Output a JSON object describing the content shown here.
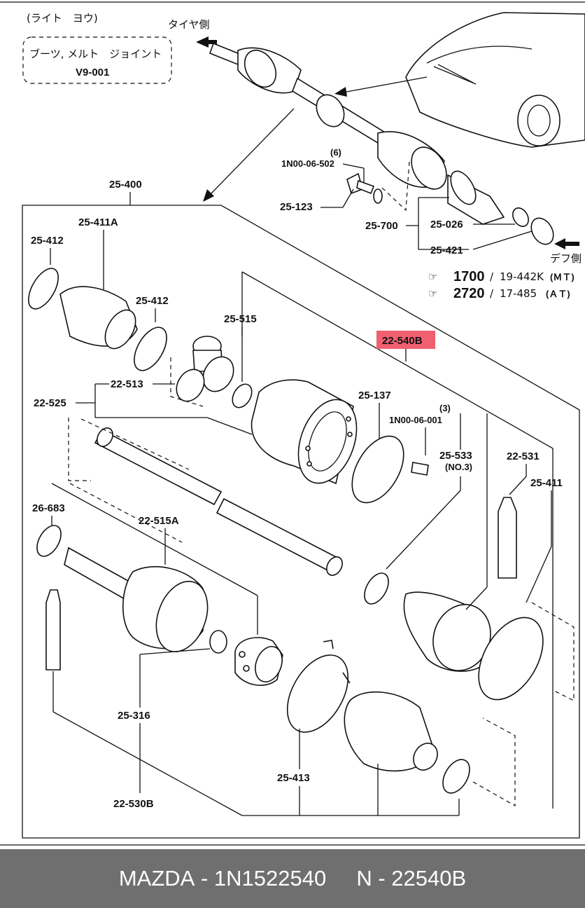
{
  "title_note": {
    "line1": "(ライト　ヨウ)",
    "line2": "ブーツ, メルト　ジョイント",
    "line3": "V9-001"
  },
  "side_labels": {
    "tire_side": "タイヤ側",
    "diff_side": "デフ側"
  },
  "references": [
    {
      "code": "1700",
      "sep": "/",
      "ref": "19-442K",
      "note": "(ＭＴ)"
    },
    {
      "code": "2720",
      "sep": "/",
      "ref": "17-485",
      "note": "(ＡＴ)"
    }
  ],
  "parts": {
    "p25_400": "25-400",
    "p25_411a": "25-411A",
    "p25_412a": "25-412",
    "p25_412b": "25-412",
    "p25_515": "25-515",
    "p22_540b": "22-540B",
    "p22_513": "22-513",
    "p22_525": "22-525",
    "p25_137": "25-137",
    "p1n00_06_001": "1N00-06-001",
    "qty3": "(3)",
    "p25_533": "25-533",
    "no3": "(NO.3)",
    "p22_531": "22-531",
    "p25_411": "25-411",
    "p26_683": "26-683",
    "p22_515a": "22-515A",
    "p25_316": "25-316",
    "p22_530b": "22-530B",
    "p25_413": "25-413",
    "p25_123": "25-123",
    "p1n00_06_502": "1N00-06-502",
    "qty6": "(6)",
    "p25_700": "25-700",
    "p25_026": "25-026",
    "p25_421": "25-421"
  },
  "highlight_color": "#f06070",
  "footer": {
    "brand": "MAZDA",
    "sep1": " - ",
    "part_number": "1N1522540",
    "gap": "     ",
    "prefix": "N",
    "sep2": " - ",
    "code": "22540B"
  }
}
